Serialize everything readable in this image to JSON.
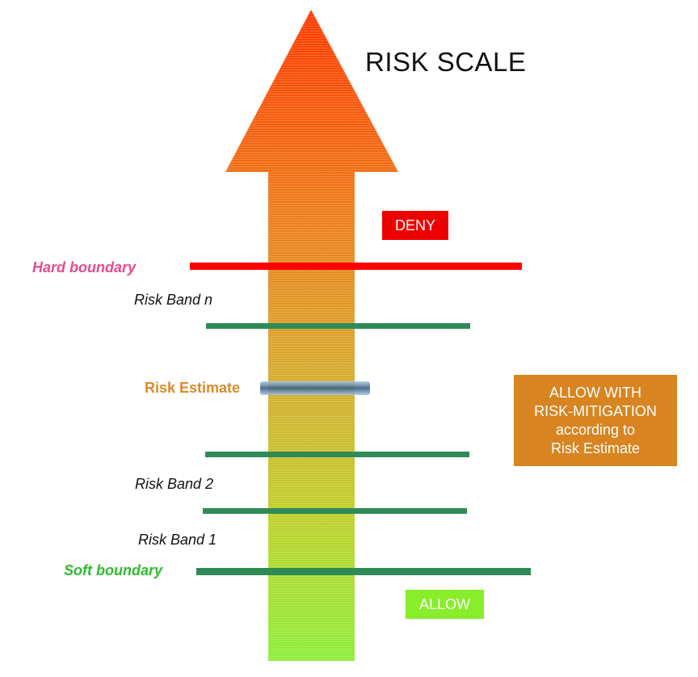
{
  "title": "RISK SCALE",
  "labels": {
    "hard_boundary": "Hard boundary",
    "soft_boundary": "Soft boundary",
    "risk_band_n": "Risk Band n",
    "risk_band_2": "Risk Band 2",
    "risk_band_1": "Risk Band 1",
    "risk_estimate": "Risk Estimate"
  },
  "boxes": {
    "deny": "DENY",
    "allow": "ALLOW",
    "mitigation": {
      "line1": "ALLOW WITH",
      "line2": "RISK-MITIGATION",
      "line3": "according to",
      "line4": "Risk Estimate"
    }
  },
  "colors": {
    "arrow_top": "#ff3a00",
    "arrow_bottom": "#8eee3a",
    "hard_line": "#ff0000",
    "band_line": "#2e8b57",
    "deny": "#ef0000",
    "allow": "#88ee2a",
    "mitigation": "#d88420",
    "hard_label": "#e84a8e",
    "soft_label": "#2dbd2d",
    "estimate_label": "#d88a2a"
  }
}
